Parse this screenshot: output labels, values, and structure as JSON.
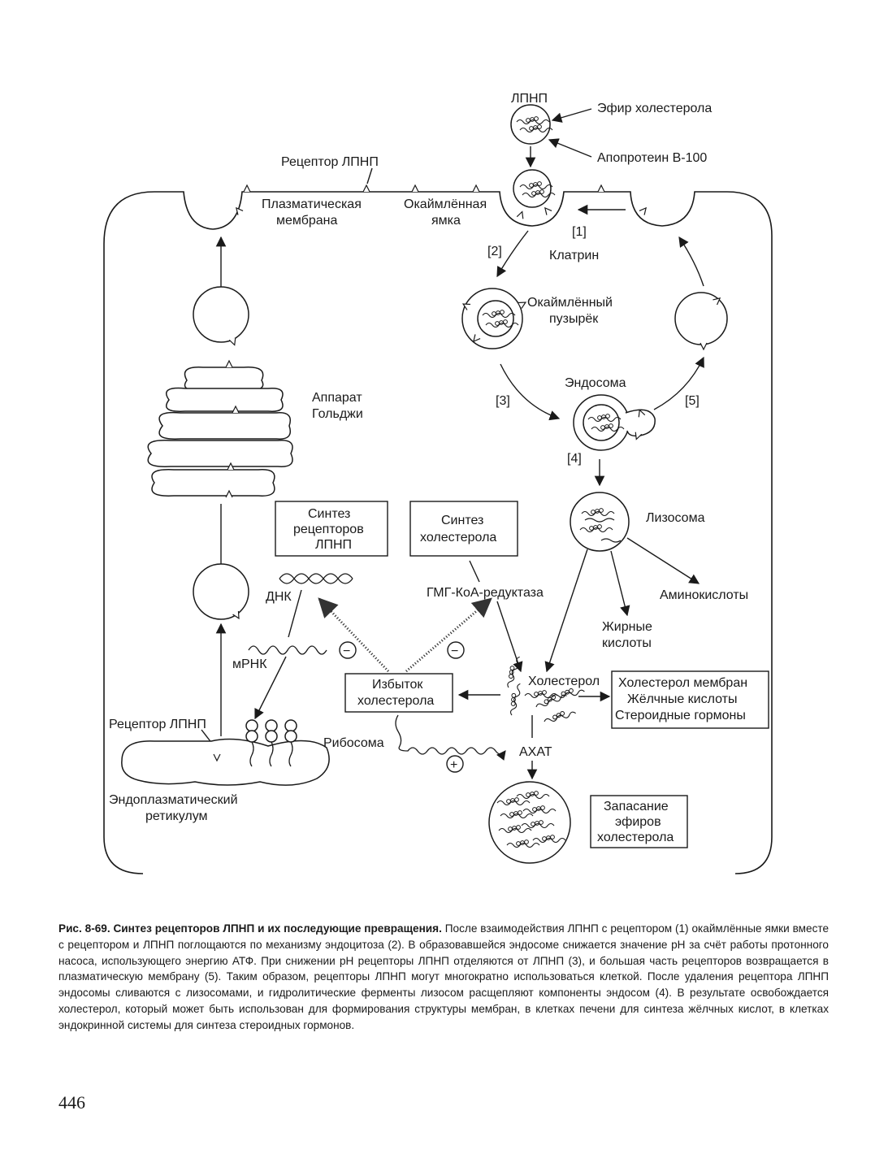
{
  "figure": {
    "labels": {
      "ldl": "ЛПНП",
      "cholesterol_ester": "Эфир холестерола",
      "apoprotein": "Апопротеин В-100",
      "ldl_receptor_top": "Рецептор ЛПНП",
      "plasma_membrane_1": "Плазматическая",
      "plasma_membrane_2": "мембрана",
      "coated_pit_1": "Окаймлённая",
      "coated_pit_2": "ямка",
      "step_1": "[1]",
      "step_2": "[2]",
      "step_3": "[3]",
      "step_4": "[4]",
      "step_5": "[5]",
      "clathrin": "Клатрин",
      "coated_vesicle_1": "Окаймлённый",
      "coated_vesicle_2": "пузырёк",
      "endosome": "Эндосома",
      "golgi_1": "Аппарат",
      "golgi_2": "Гольджи",
      "lysosome": "Лизосома",
      "receptor_synthesis_1": "Синтез",
      "receptor_synthesis_2": "рецепторов",
      "receptor_synthesis_3": "ЛПНП",
      "chol_synthesis_1": "Синтез",
      "chol_synthesis_2": "холестерола",
      "dna": "ДНК",
      "hmg_coa": "ГМГ-КоА-редуктаза",
      "amino_acids": "Аминокислоты",
      "fatty_acids_1": "Жирные",
      "fatty_acids_2": "кислоты",
      "mrna": "мРНК",
      "excess_chol_1": "Избыток",
      "excess_chol_2": "холестерола",
      "cholesterol": "Холестерол",
      "products_1": "Холестерол мембран",
      "products_2": "Жёлчные кислоты",
      "products_3": "Стероидные гормоны",
      "ldl_receptor_er": "Рецептор ЛПНП",
      "ribosome": "Рибосома",
      "acat": "АХАТ",
      "er_1": "Эндоплазматический",
      "er_2": "ретикулум",
      "storage_1": "Запасание",
      "storage_2": "эфиров",
      "storage_3": "холестерола",
      "minus": "−",
      "plus": "+"
    }
  },
  "caption": {
    "title": "Рис. 8-69. Синтез рецепторов ЛПНП и их последующие превращения.",
    "text": "После взаимодействия ЛПНП с рецептором (1) окаймлённые ямки вместе с рецептором и ЛПНП поглощаются по механизму эндоцитоза (2). В образовавшейся эндосоме снижается значение pH за счёт работы протонного насоса, использующего энергию АТФ. При снижении pH рецепторы ЛПНП отделяются от ЛПНП (3), и большая часть рецепторов возвращается в плазматическую мембрану (5). Таким образом, рецепторы ЛПНП могут многократно использоваться клеткой. После удаления рецептора ЛПНП эндосомы сливаются с лизосомами, и гидролитические ферменты лизосом расщепляют компоненты эндосом (4). В результате освобождается холестерол, который может быть использован для формирования структуры мембран, в клетках печени для синтеза жёлчных кислот, в клетках эндокринной системы для синтеза стероидных гормонов."
  },
  "page_number": "446"
}
